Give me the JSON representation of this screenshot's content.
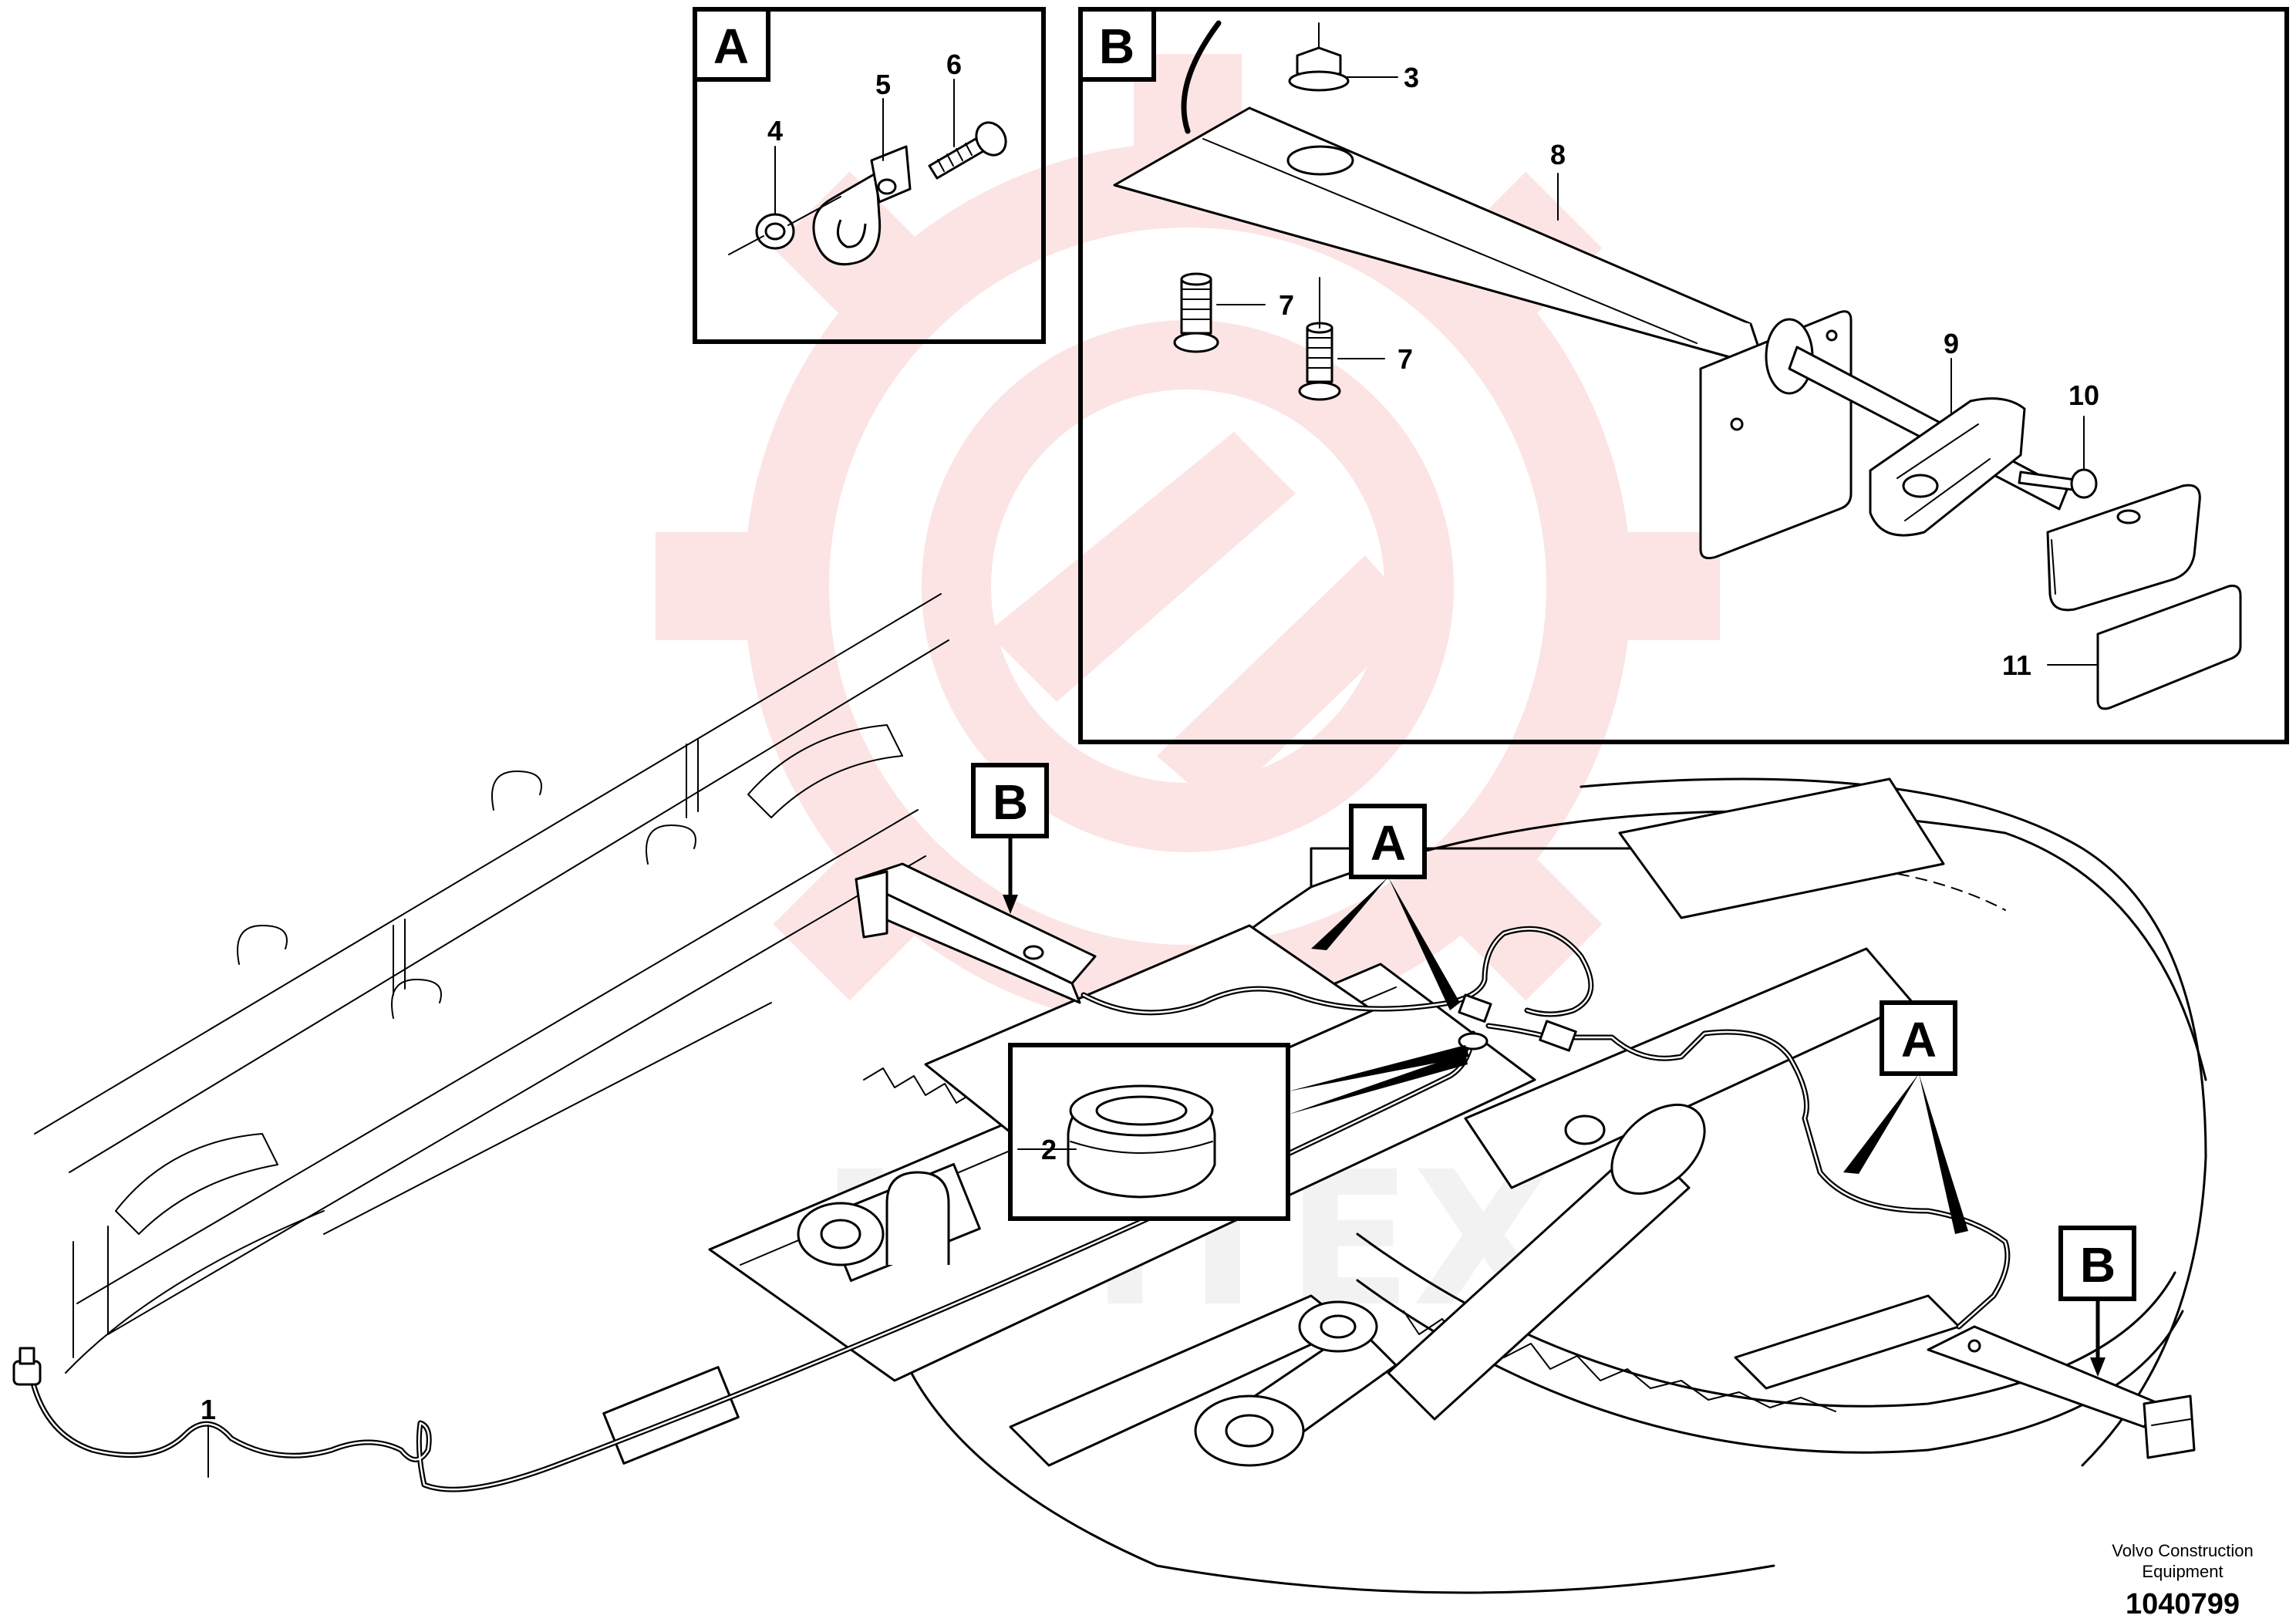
{
  "diagram": {
    "inset_a": {
      "letter": "A",
      "items": [
        "4",
        "5",
        "6"
      ]
    },
    "inset_b": {
      "letter": "B",
      "items": [
        "3",
        "8",
        "7",
        "7",
        "9",
        "10",
        "11"
      ]
    },
    "main": {
      "callouts": {
        "a1": "A",
        "a2": "A",
        "b1": "B",
        "b2": "B"
      },
      "items": {
        "cable": "1",
        "grommet": "2"
      }
    },
    "watermark": {
      "text": "MHTEX",
      "color": "#e23030"
    },
    "footer": {
      "brand_line1": "Volvo Construction",
      "brand_line2": "Equipment",
      "figure_number": "1040799"
    }
  }
}
